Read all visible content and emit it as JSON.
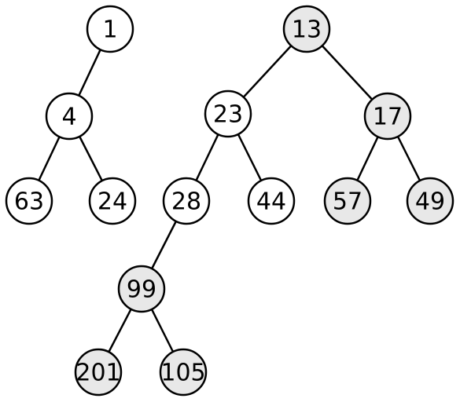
{
  "colors": {
    "plain_fill": "#ffffff",
    "highlight_fill": "#e8e8e8",
    "stroke": "#000000"
  },
  "trees": [
    {
      "nodes": [
        {
          "id": "n1",
          "label": "1",
          "highlighted": false
        },
        {
          "id": "n4",
          "label": "4",
          "highlighted": false
        },
        {
          "id": "n63",
          "label": "63",
          "highlighted": false
        },
        {
          "id": "n24",
          "label": "24",
          "highlighted": false
        }
      ],
      "edges": [
        [
          "n1",
          "n4"
        ],
        [
          "n4",
          "n63"
        ],
        [
          "n4",
          "n24"
        ]
      ]
    },
    {
      "nodes": [
        {
          "id": "n13",
          "label": "13",
          "highlighted": true
        },
        {
          "id": "n23",
          "label": "23",
          "highlighted": false
        },
        {
          "id": "n17",
          "label": "17",
          "highlighted": true
        },
        {
          "id": "n28",
          "label": "28",
          "highlighted": false
        },
        {
          "id": "n44",
          "label": "44",
          "highlighted": false
        },
        {
          "id": "n57",
          "label": "57",
          "highlighted": true
        },
        {
          "id": "n49",
          "label": "49",
          "highlighted": true
        },
        {
          "id": "n99",
          "label": "99",
          "highlighted": true
        },
        {
          "id": "n201",
          "label": "201",
          "highlighted": true
        },
        {
          "id": "n105",
          "label": "105",
          "highlighted": true
        }
      ],
      "edges": [
        [
          "n13",
          "n23"
        ],
        [
          "n13",
          "n17"
        ],
        [
          "n23",
          "n28"
        ],
        [
          "n23",
          "n44"
        ],
        [
          "n17",
          "n57"
        ],
        [
          "n17",
          "n49"
        ],
        [
          "n28",
          "n99"
        ],
        [
          "n99",
          "n201"
        ],
        [
          "n99",
          "n105"
        ]
      ]
    }
  ]
}
